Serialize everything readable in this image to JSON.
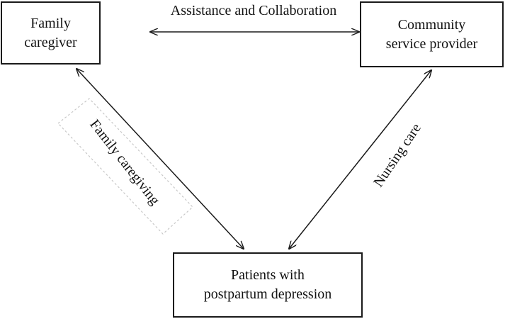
{
  "nodes": {
    "family_caregiver": {
      "line1": "Family",
      "line2": "caregiver"
    },
    "community_provider": {
      "line1": "Community",
      "line2": "service provider"
    },
    "patients": {
      "line1": "Patients with",
      "line2": "postpartum depression"
    }
  },
  "edges": {
    "assistance": "Assistance and Collaboration",
    "family_caregiving": "Family caregiving",
    "nursing_care": "Nursing care"
  },
  "colors": {
    "line": "#1a1a1a",
    "text": "#111111",
    "dashed_frame": "#c8c8c8"
  }
}
